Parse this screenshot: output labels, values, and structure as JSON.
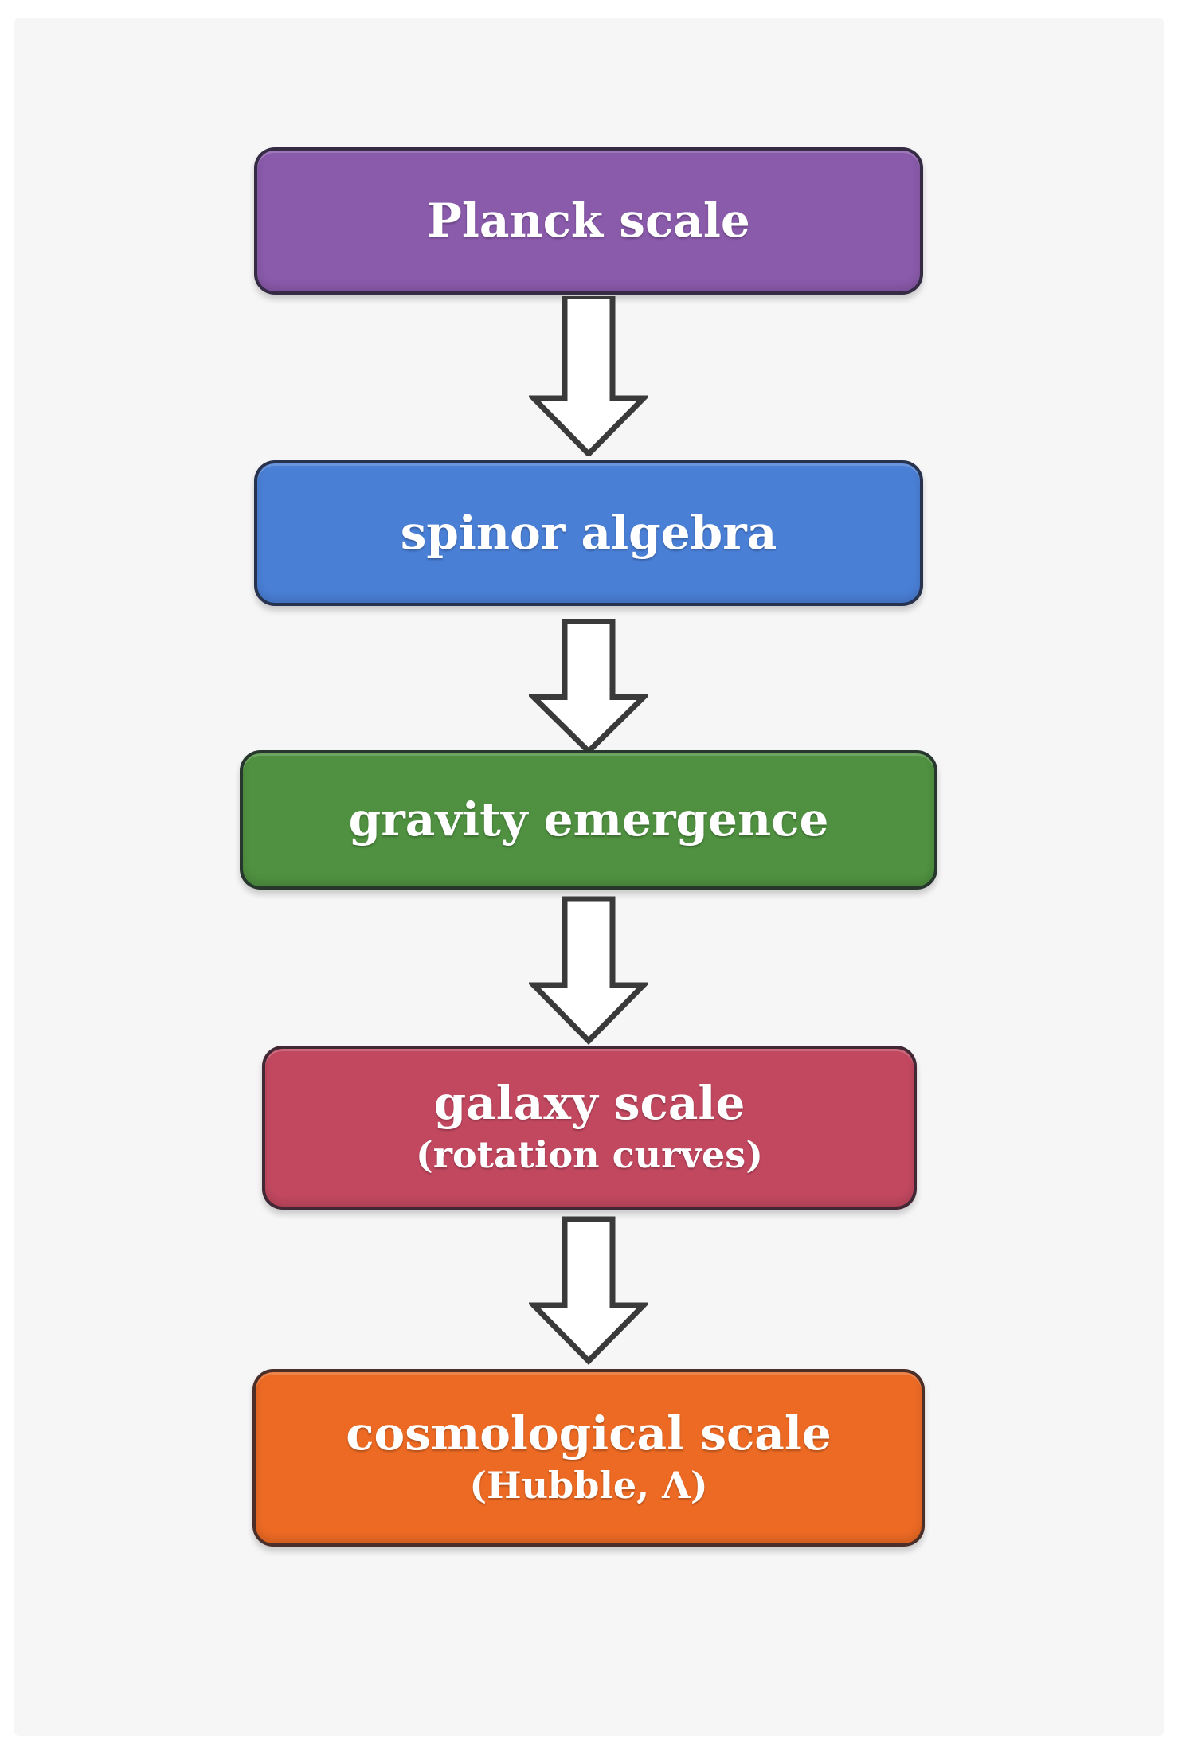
{
  "diagram": {
    "nodes": [
      {
        "id": "planck",
        "title": "Planck scale",
        "subtitle": "",
        "color": "#8a5aab"
      },
      {
        "id": "spinor",
        "title": "spinor algebra",
        "subtitle": "",
        "color": "#4a7fd6"
      },
      {
        "id": "gravity",
        "title": "gravity emergence",
        "subtitle": "",
        "color": "#4f9140"
      },
      {
        "id": "galaxy",
        "title": "galaxy scale",
        "subtitle": "(rotation curves)",
        "color": "#c24860"
      },
      {
        "id": "cosmo",
        "title": "cosmological scale",
        "subtitle": "(Hubble, Λ)",
        "color": "#ec6a24"
      }
    ],
    "edges": [
      {
        "from": "planck",
        "to": "spinor"
      },
      {
        "from": "spinor",
        "to": "gravity"
      },
      {
        "from": "gravity",
        "to": "galaxy"
      },
      {
        "from": "galaxy",
        "to": "cosmo"
      }
    ],
    "arrow_style": "hollow-block-arrow-down"
  }
}
